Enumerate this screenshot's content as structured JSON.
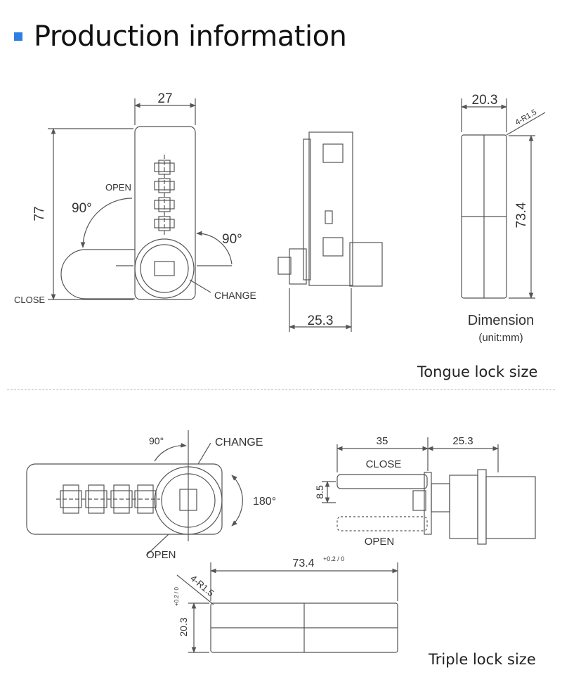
{
  "header": {
    "title": "Production information",
    "accent": "#2f7fe3"
  },
  "tongue": {
    "front": {
      "width": "27",
      "height": "77",
      "open": "OPEN",
      "close": "CLOSE",
      "change": "CHANGE",
      "angle_left": "90°",
      "angle_right": "90°"
    },
    "side": {
      "depth": "25.3"
    },
    "dim": {
      "width": "20.3",
      "radius": "4-R1.5",
      "height": "73.4",
      "title": "Dimension",
      "unit": "(unit:mm)"
    },
    "caption": "Tongue lock size"
  },
  "triple": {
    "front": {
      "angle_top": "90°",
      "change": "CHANGE",
      "angle_right": "180°",
      "open": "OPEN"
    },
    "side": {
      "length": "35",
      "depth": "25.3",
      "close": "CLOSE",
      "offset": "8.5",
      "open": "OPEN"
    },
    "dim": {
      "radius": "4-R1.5",
      "width": "73.4",
      "width_tol": "+0.2 / 0",
      "height": "20.3",
      "height_tol": "+0.2 / 0"
    },
    "caption": "Triple lock size"
  }
}
